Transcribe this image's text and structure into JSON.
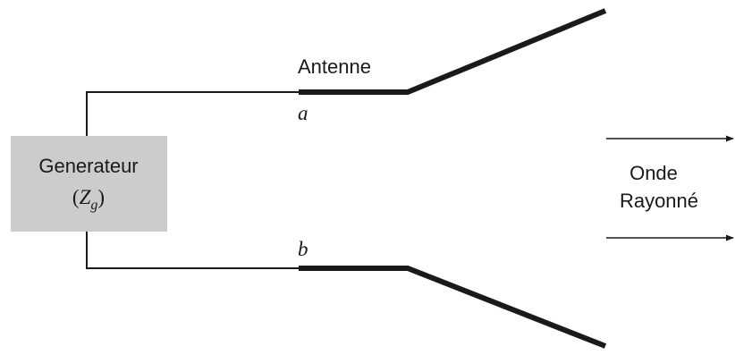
{
  "generator": {
    "label": "Generateur",
    "open_paren": "(",
    "impedance_symbol": "Z",
    "impedance_subscript": "g",
    "close_paren": ")",
    "fill_color": "#cccccc"
  },
  "antenna": {
    "label": "Antenne",
    "terminal_a": "a",
    "terminal_b": "b"
  },
  "wave": {
    "line1": "Onde",
    "line2": "Rayonné"
  },
  "colors": {
    "ink": "#1a1a1a"
  }
}
